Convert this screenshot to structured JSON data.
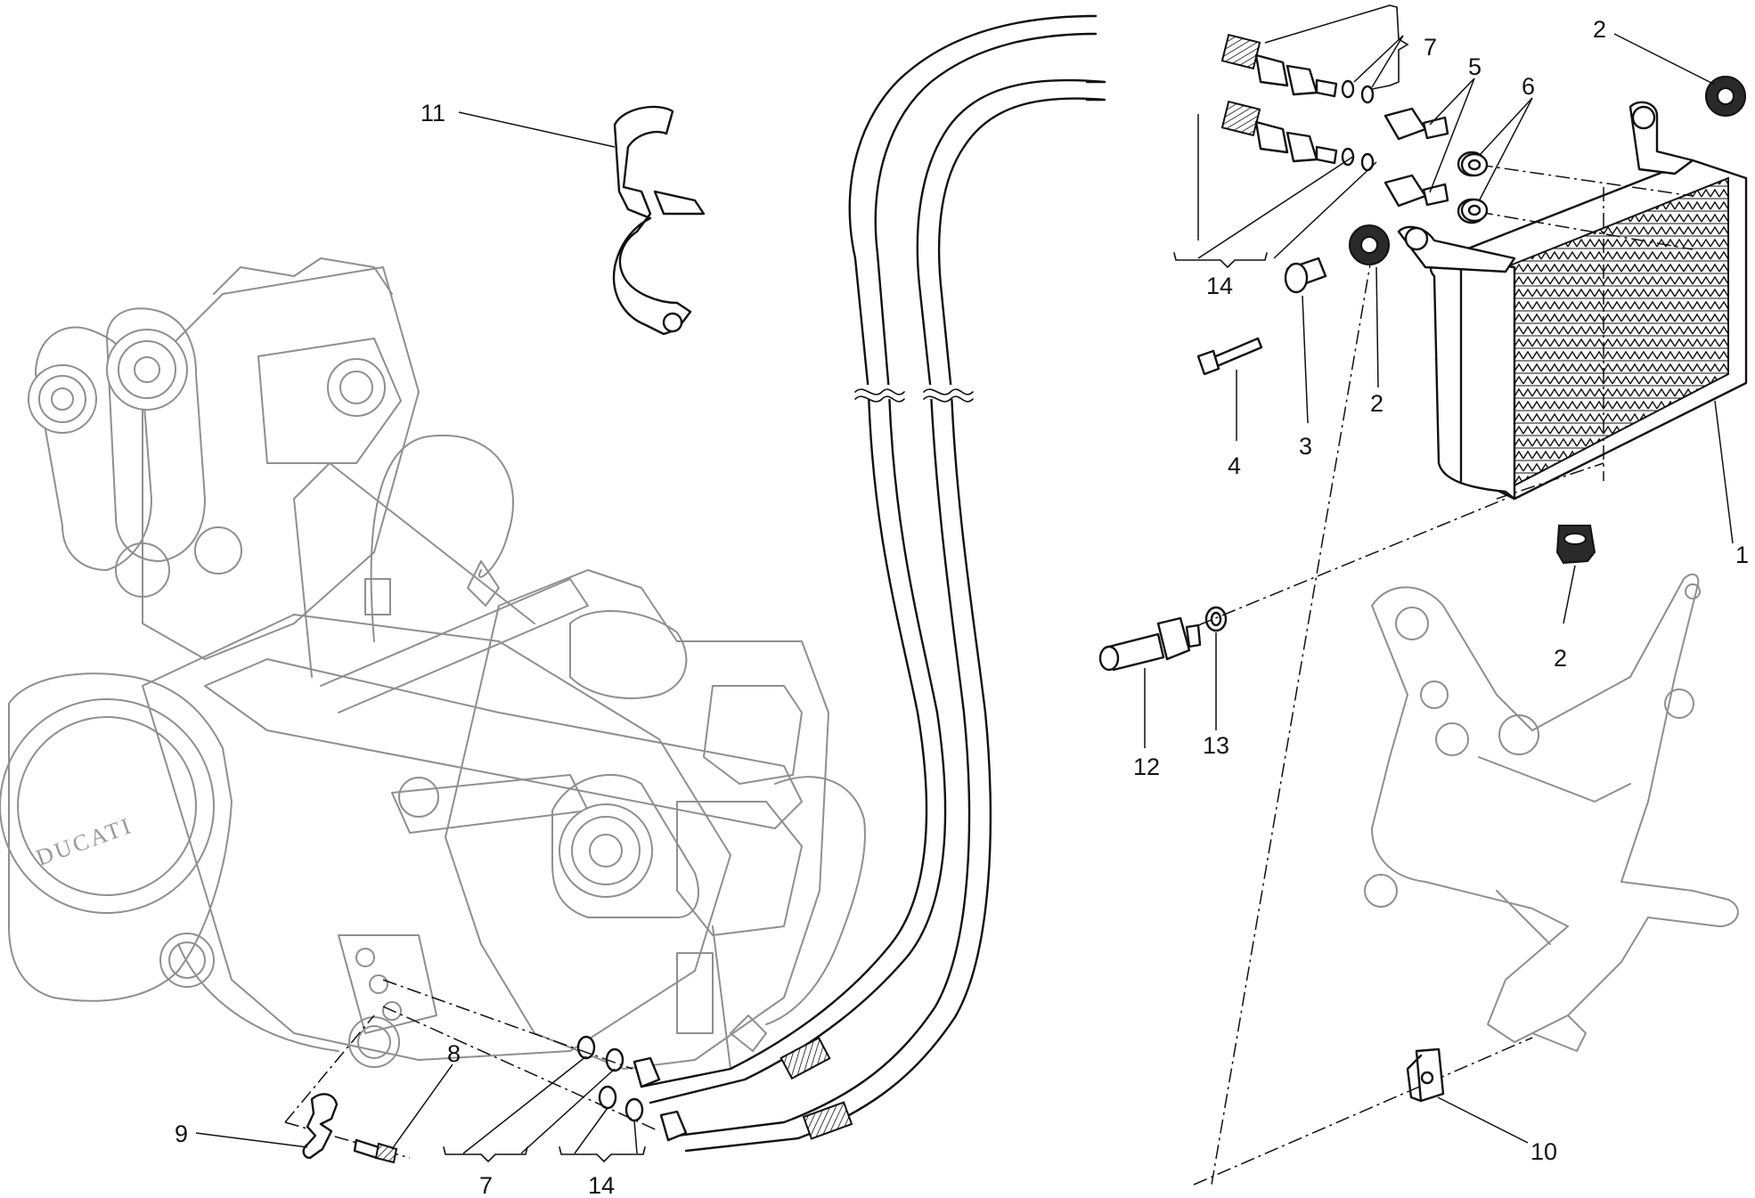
{
  "diagram": {
    "brand_mark": "DUCATI",
    "callouts": {
      "c1": "1",
      "c2a": "2",
      "c2b": "2",
      "c2c": "2",
      "c3": "3",
      "c4": "4",
      "c5": "5",
      "c6": "6",
      "c7a": "7",
      "c7b": "7",
      "c8": "8",
      "c9": "9",
      "c10": "10",
      "c11": "11",
      "c12": "12",
      "c13": "13",
      "c14a": "14",
      "c14b": "14"
    }
  }
}
